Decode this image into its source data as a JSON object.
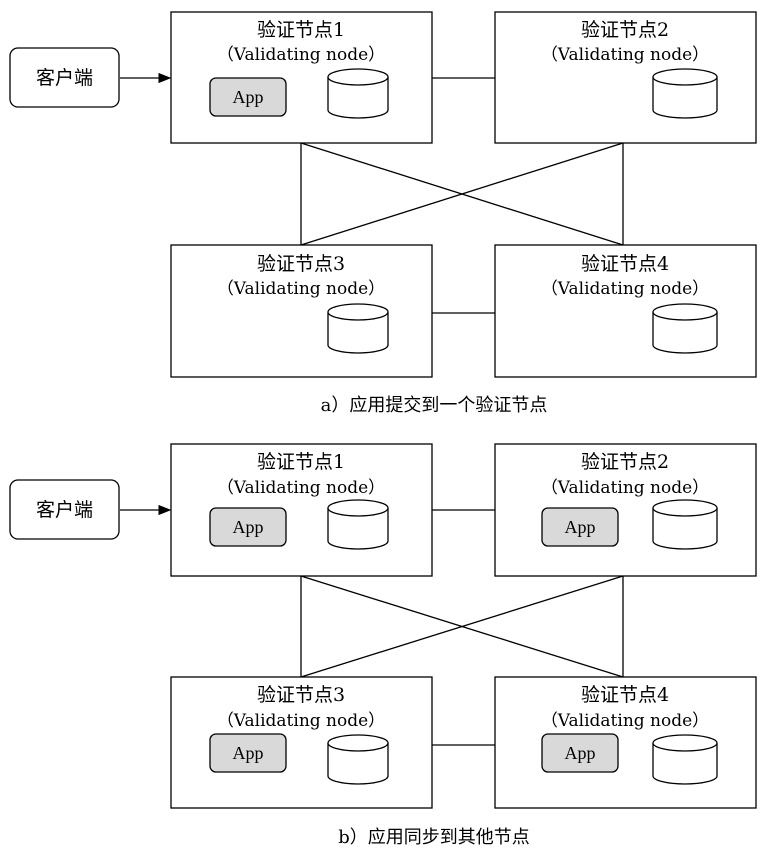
{
  "panels": [
    {
      "caption": "a）应用提交到一个验证节点",
      "client": "客户端",
      "nodes": [
        {
          "title": "验证节点1",
          "subtitle": "（Validating node）",
          "app": "App"
        },
        {
          "title": "验证节点2",
          "subtitle": "（Validating node）",
          "app": ""
        },
        {
          "title": "验证节点3",
          "subtitle": "（Validating node）",
          "app": ""
        },
        {
          "title": "验证节点4",
          "subtitle": "（Validating node）",
          "app": ""
        }
      ]
    },
    {
      "caption": "b）应用同步到其他节点",
      "client": "客户端",
      "nodes": [
        {
          "title": "验证节点1",
          "subtitle": "（Validating node）",
          "app": "App"
        },
        {
          "title": "验证节点2",
          "subtitle": "（Validating node）",
          "app": "App"
        },
        {
          "title": "验证节点3",
          "subtitle": "（Validating node）",
          "app": "App"
        },
        {
          "title": "验证节点4",
          "subtitle": "（Validating node）",
          "app": "App"
        }
      ]
    }
  ]
}
